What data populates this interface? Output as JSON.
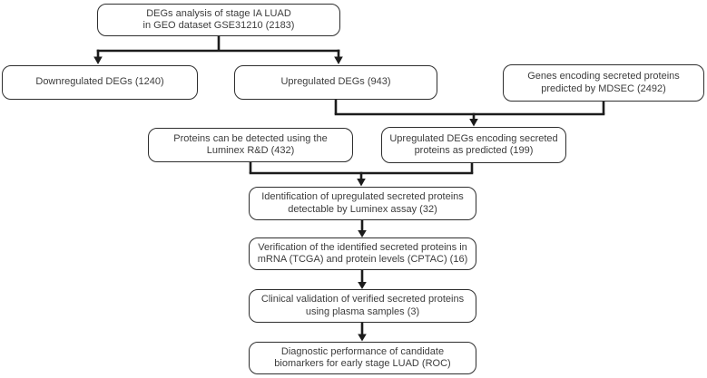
{
  "figure": {
    "type": "flowchart",
    "background_color": "#ffffff",
    "box_border_color": "#2e2e2e",
    "arrow_color": "#1c1c1c",
    "text_color": "#3c3c3c"
  },
  "nodes": {
    "degs_analysis": {
      "line1": "DEGs analysis of stage IA LUAD",
      "line2": "in GEO dataset GSE31210 (2183)"
    },
    "downregulated": {
      "line1": "Downregulated DEGs (1240)"
    },
    "upregulated": {
      "line1": "Upregulated DEGs (943)"
    },
    "mdsec": {
      "line1": "Genes encoding secreted proteins",
      "line2": "predicted by MDSEC (2492)"
    },
    "luminex_detectable": {
      "line1": "Proteins can be detected using the",
      "line2": "Luminex R&D (432)"
    },
    "upregulated_secreted": {
      "line1": "Upregulated DEGs encoding secreted",
      "line2": "proteins as predicted (199)"
    },
    "identification": {
      "line1": "Identification of upregulated secreted proteins",
      "line2": "detectable by Luminex assay (32)"
    },
    "verification": {
      "line1": "Verification of the identified secreted proteins in",
      "line2": "mRNA (TCGA) and protein levels (CPTAC) (16)"
    },
    "clinical_validation": {
      "line1": "Clinical validation of verified secreted proteins",
      "line2": "using plasma samples (3)"
    },
    "diagnostic": {
      "line1": "Diagnostic performance of candidate",
      "line2": "biomarkers for early stage LUAD (ROC)"
    }
  },
  "edges": [
    {
      "from": "degs_analysis",
      "to": "downregulated"
    },
    {
      "from": "degs_analysis",
      "to": "upregulated"
    },
    {
      "from": "upregulated",
      "to": "upregulated_secreted"
    },
    {
      "from": "mdsec",
      "to": "upregulated_secreted"
    },
    {
      "from": "luminex_detectable",
      "to": "identification"
    },
    {
      "from": "upregulated_secreted",
      "to": "identification"
    },
    {
      "from": "identification",
      "to": "verification"
    },
    {
      "from": "verification",
      "to": "clinical_validation"
    },
    {
      "from": "clinical_validation",
      "to": "diagnostic"
    }
  ]
}
